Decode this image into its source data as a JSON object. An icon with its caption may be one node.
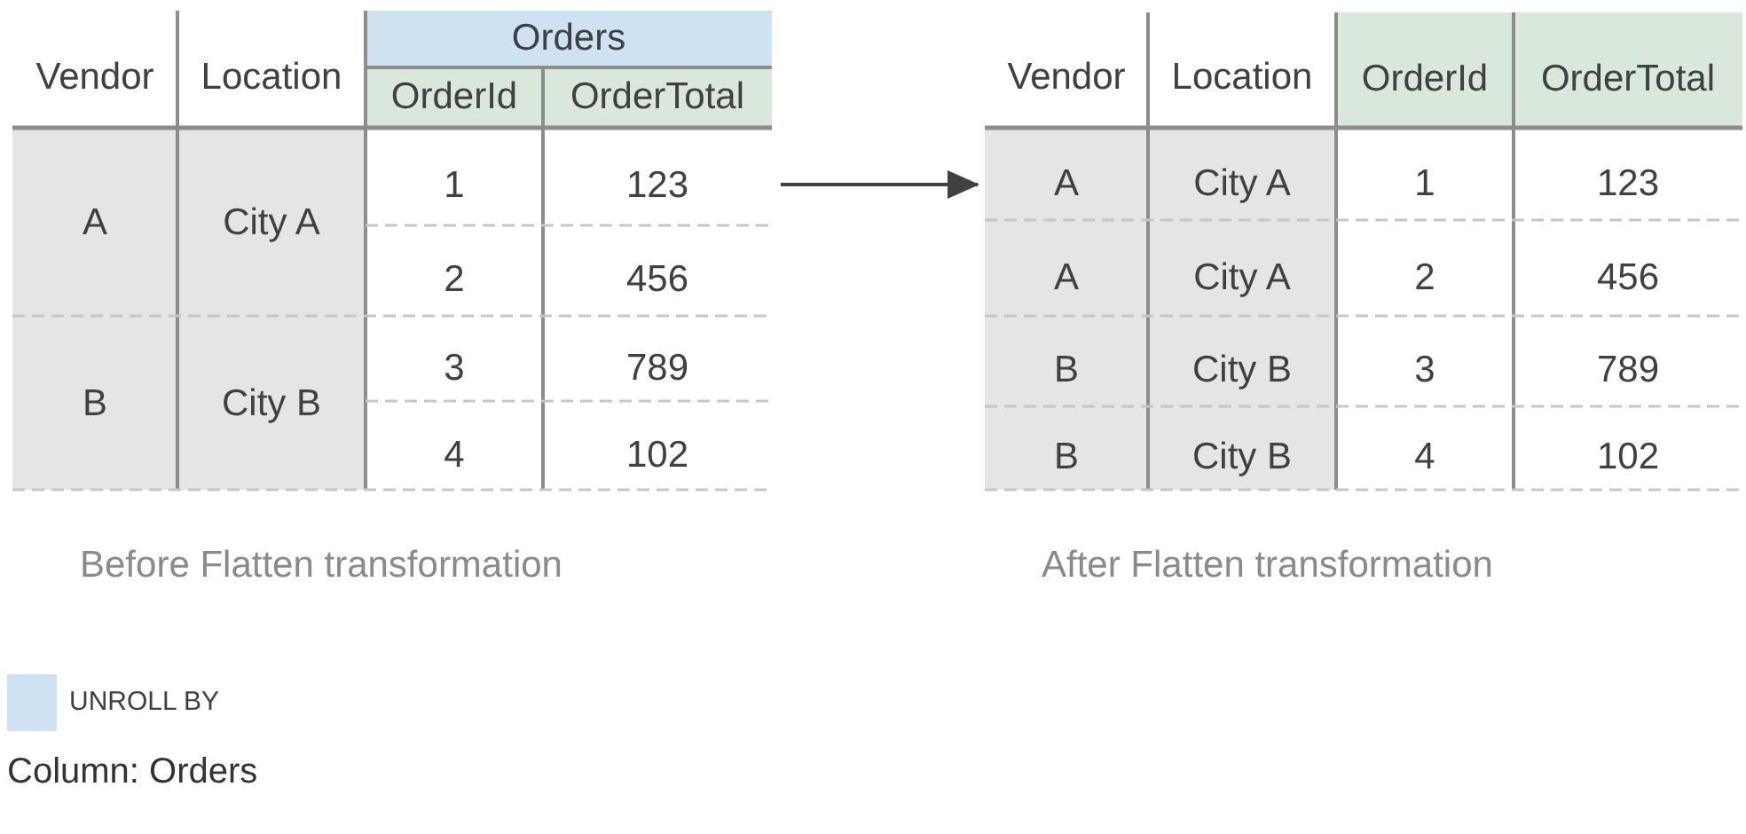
{
  "diagram": {
    "nodes": [
      {
        "text": [
          "Vendor",
          "Location",
          "Orders",
          "OrderId",
          "OrderTotal",
          "A",
          "City A",
          "1",
          "123",
          "2",
          "456",
          "B",
          "City B",
          "3",
          "789",
          "4",
          "102"
        ],
        "beside": [
          "Before Flatten transformation"
        ]
      },
      {
        "text": [
          "Vendor",
          "Location",
          "OrderId",
          "OrderTotal",
          "A",
          "City A",
          "1",
          "123",
          "A",
          "City A",
          "2",
          "456",
          "B",
          "City B",
          "3",
          "789",
          "B",
          "City B",
          "4",
          "102"
        ],
        "beside": [
          "After Flatten transformation"
        ]
      }
    ],
    "edges": [
      {
        "from": 0,
        "to": 1,
        "arrow": "to"
      }
    ],
    "labels": [
      "Column: Orders"
    ],
    "legend": [
      {
        "text": "UNROLL BY",
        "color": "#cfe2f3"
      }
    ]
  }
}
